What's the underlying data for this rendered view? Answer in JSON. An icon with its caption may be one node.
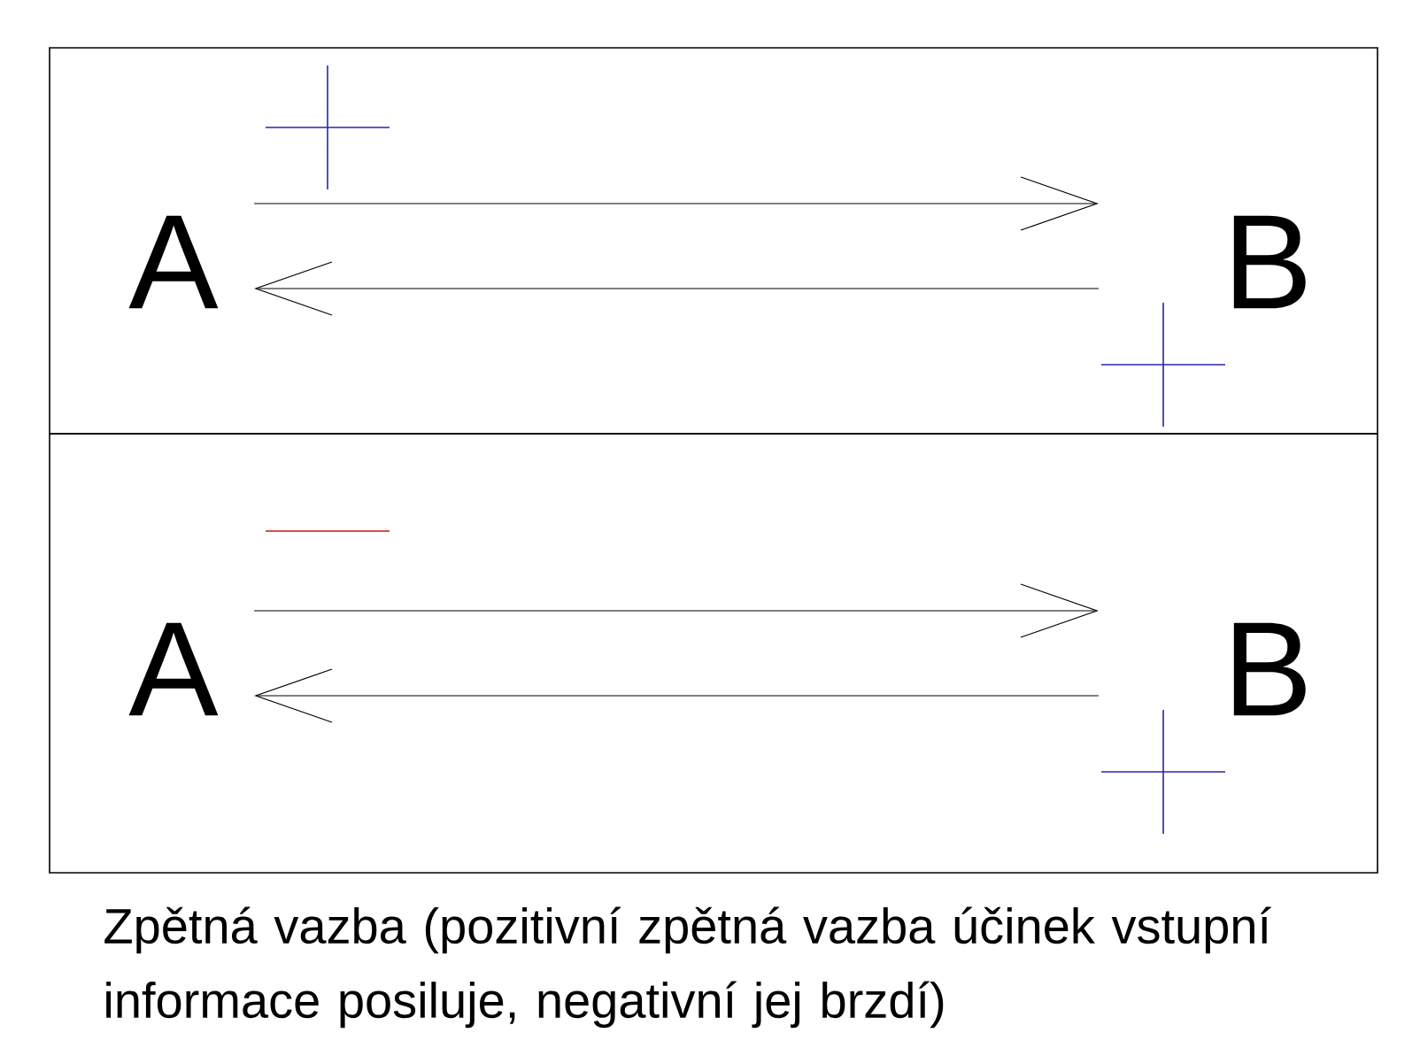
{
  "diagram": {
    "caption": "Zpětná vazba (pozitivní zpětná vazba účinek vstupní informace posiluje, negativní jej brzdí)",
    "nodes": [
      {
        "text": [],
        "shape": "box"
      },
      {
        "text": [
          "A"
        ],
        "in": 0
      },
      {
        "text": [
          "B"
        ],
        "in": 0
      },
      {
        "text": [],
        "shape": "box"
      },
      {
        "text": [
          "A"
        ],
        "in": 3
      },
      {
        "text": [
          "B"
        ],
        "in": 3
      }
    ],
    "edges": [
      {
        "from": 1,
        "to": 2,
        "arrow": "to"
      },
      {
        "from": 2,
        "to": 1,
        "arrow": "to"
      },
      {
        "from": 4,
        "to": 5,
        "arrow": "to"
      },
      {
        "from": 5,
        "to": 4,
        "arrow": "to"
      }
    ]
  }
}
